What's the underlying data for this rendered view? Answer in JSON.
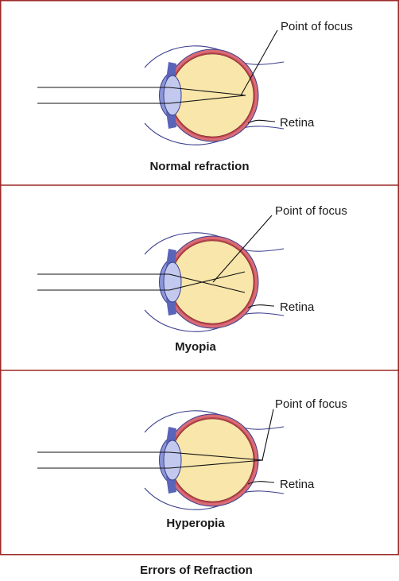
{
  "colors": {
    "frame": "#9b2a26",
    "eyeball": "#f8e6aa",
    "sclera": "#d96b75",
    "sclera_edge": "#a8343c",
    "lens": "#c3c9ee",
    "cornea": "#8b95d6",
    "outline": "#3a3f8e",
    "ray": "#111111"
  },
  "panels": [
    {
      "id": "normal",
      "focus_label": "Point of focus",
      "retina_label": "Retina",
      "title": "Normal refraction"
    },
    {
      "id": "myopia",
      "focus_label": "Point of focus",
      "retina_label": "Retina",
      "title": "Myopia"
    },
    {
      "id": "hyperopia",
      "focus_label": "Point of focus",
      "retina_label": "Retina",
      "title": "Hyperopia"
    }
  ],
  "caption": "Errors of Refraction"
}
